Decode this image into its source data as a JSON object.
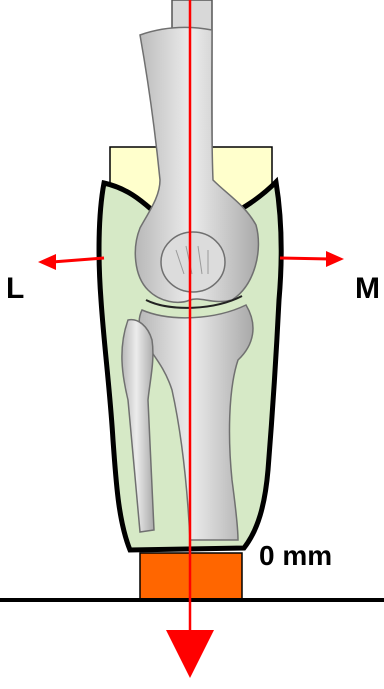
{
  "labels": {
    "lateral": "L",
    "medial": "M",
    "offset": "0 mm"
  },
  "colors": {
    "background": "#ffffff",
    "axis_line": "#ff0000",
    "arrows": "#ff0000",
    "cast_fill": "#d6e9c6",
    "cast_outline": "#000000",
    "top_block": "#ffffcc",
    "base_block": "#ff6600",
    "bone_fill": "#d0d0d0",
    "bone_outline": "#707070",
    "rod": "#d8d8d8",
    "ground_line": "#000000"
  }
}
